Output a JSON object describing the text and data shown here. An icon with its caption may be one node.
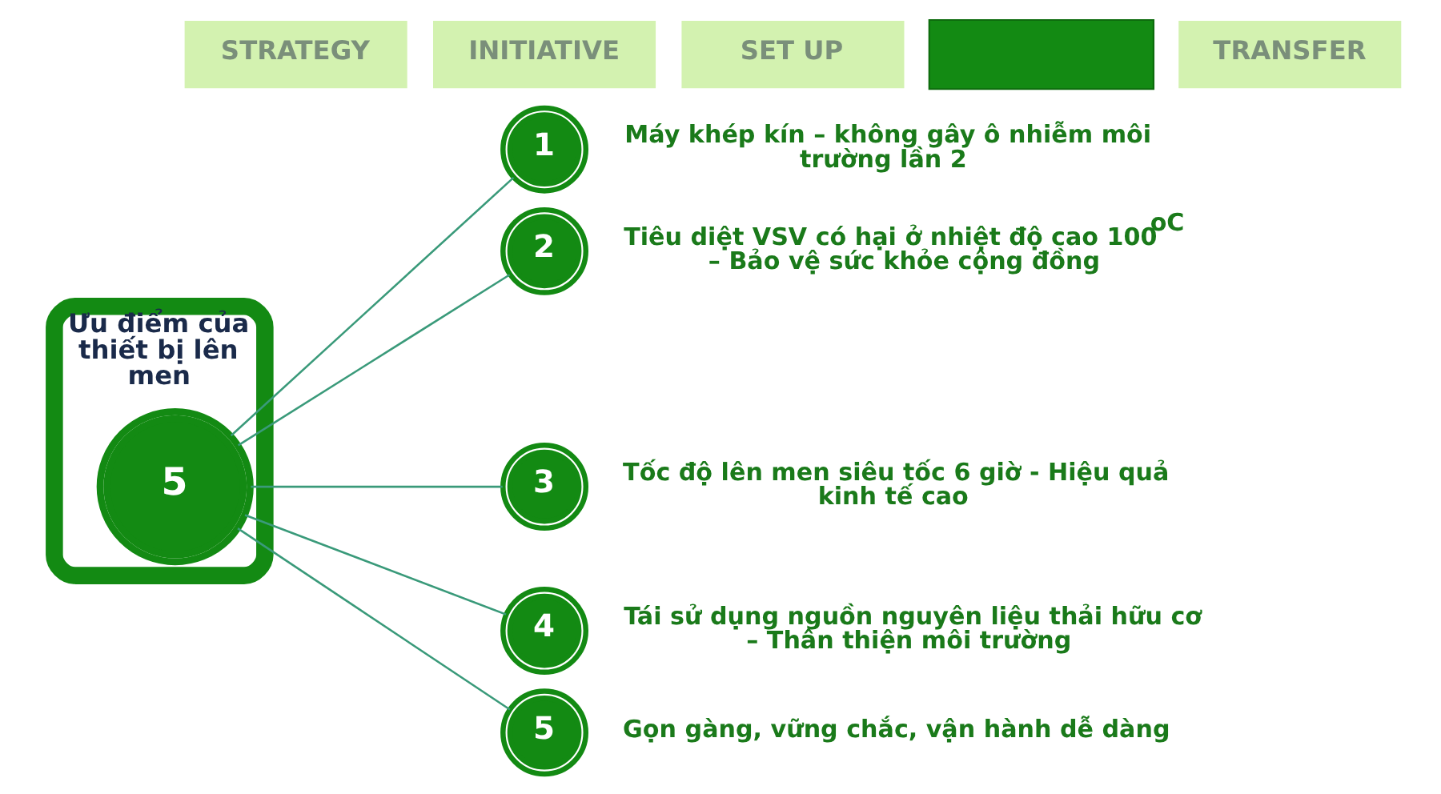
{
  "diagram": {
    "nodes": [
      {
        "text": [
          "STRATEGY"
        ]
      },
      {
        "text": [
          "INITIATIVE"
        ]
      },
      {
        "text": [
          "SET UP"
        ]
      },
      {
        "text": [],
        "shape": "box"
      },
      {
        "text": [
          "TRANSFER"
        ]
      },
      {
        "text": [
          "Ưu điểm của thiết bị lên men"
        ]
      },
      {
        "text": [
          "5"
        ],
        "in": 5
      },
      {
        "text": [
          "1"
        ],
        "beside": [
          "Máy khép kín – không gây ô nhiễm môi trường lần 2"
        ]
      },
      {
        "text": [
          "2"
        ],
        "beside": [
          "Tiêu diệt VSV có hại ở nhiệt độ cao 100$^{oC}$ – Bảo vệ sức khỏe cộng đồng"
        ]
      },
      {
        "text": [
          "3"
        ],
        "beside": [
          "Tốc độ lên men siêu tốc 6 giờ - Hiệu quả kinh tế cao"
        ]
      },
      {
        "text": [
          "4"
        ],
        "beside": [
          "Tái sử dụng nguồn nguyên liệu thải hữu cơ – Thân thiện môi trường"
        ]
      },
      {
        "text": [
          "5"
        ],
        "beside": [
          "Gọn gàng, vững chắc, vận hành dễ dàng"
        ]
      }
    ],
    "edges": [
      {
        "from": 6,
        "to": 7,
        "arrow": "none"
      },
      {
        "from": 6,
        "to": 8,
        "arrow": "none"
      },
      {
        "from": 6,
        "to": 9,
        "arrow": "none"
      },
      {
        "from": 6,
        "to": 10,
        "arrow": "none"
      },
      {
        "from": 6,
        "to": 11,
        "arrow": "none"
      }
    ]
  }
}
